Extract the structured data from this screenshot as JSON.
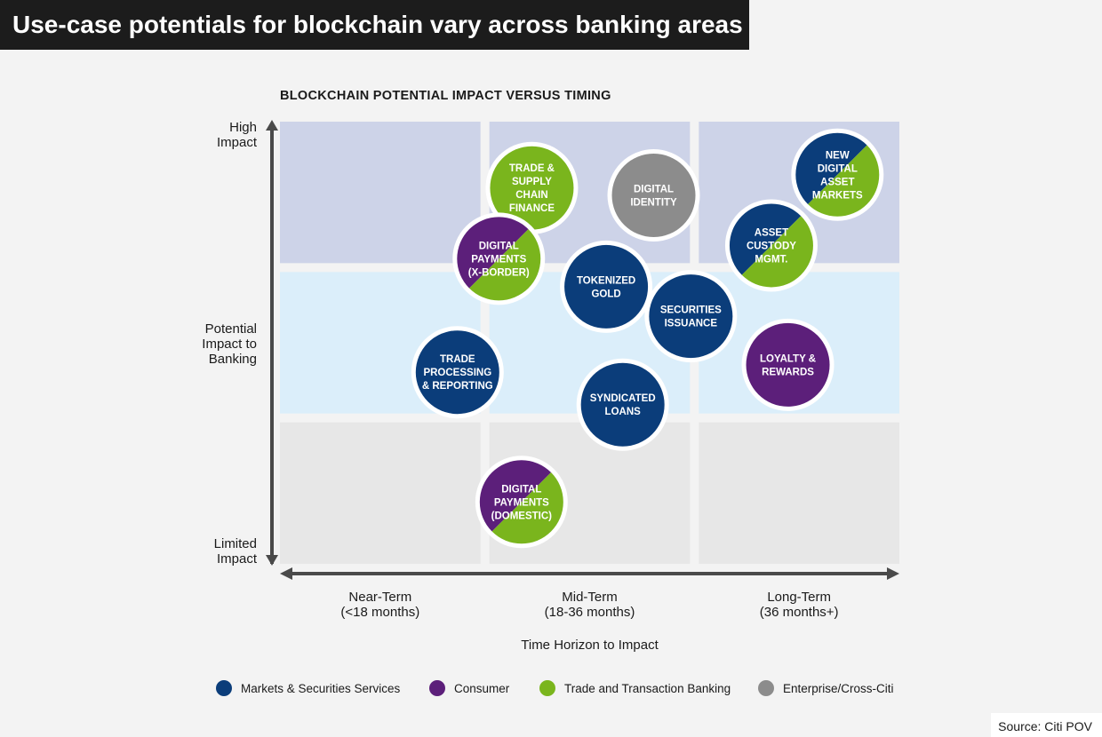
{
  "title": "Use-case potentials for blockchain vary across banking areas",
  "source": "Source: Citi POV",
  "colors": {
    "markets": "#0b3d7a",
    "consumer": "#5c1f7a",
    "trade": "#7ab51d",
    "enterprise": "#8c8c8c",
    "band_high": "#cdd3e8",
    "band_mid": "#dbeefa",
    "band_low": "#e7e7e7",
    "axis": "#4a4a4a"
  },
  "chart_data": {
    "type": "scatter",
    "title": "BLOCKCHAIN POTENTIAL IMPACT VERSUS TIMING",
    "xlabel": "Time Horizon to Impact",
    "ylabel": "Potential Impact to Banking",
    "x_categories": [
      {
        "line1": "Near-Term",
        "line2": "(<18 months)"
      },
      {
        "line1": "Mid-Term",
        "line2": "(18-36 months)"
      },
      {
        "line1": "Long-Term",
        "line2": "(36 months+)"
      }
    ],
    "y_top_label": [
      "High",
      "Impact"
    ],
    "y_mid_label": [
      "Potential",
      "Impact to",
      "Banking"
    ],
    "y_bottom_label": [
      "Limited",
      "Impact"
    ],
    "xlim": [
      0,
      3
    ],
    "ylim": [
      0,
      3
    ],
    "legend": [
      {
        "key": "markets",
        "label": "Markets & Securities Services"
      },
      {
        "key": "consumer",
        "label": "Consumer"
      },
      {
        "key": "trade",
        "label": "Trade and Transaction Banking"
      },
      {
        "key": "enterprise",
        "label": "Enterprise/Cross-Citi"
      }
    ],
    "points": [
      {
        "label": [
          "TRADE &",
          "SUPPLY",
          "CHAIN",
          "FINANCE"
        ],
        "x": 1.22,
        "y": 2.55,
        "colors": [
          "trade"
        ]
      },
      {
        "label": [
          "DIGITAL",
          "IDENTITY"
        ],
        "x": 1.81,
        "y": 2.5,
        "colors": [
          "enterprise"
        ]
      },
      {
        "label": [
          "NEW",
          "DIGITAL",
          "ASSET",
          "MARKETS"
        ],
        "x": 2.7,
        "y": 2.64,
        "colors": [
          "markets",
          "trade"
        ]
      },
      {
        "label": [
          "DIGITAL",
          "PAYMENTS",
          "(X-BORDER)"
        ],
        "x": 1.06,
        "y": 2.07,
        "colors": [
          "consumer",
          "trade"
        ]
      },
      {
        "label": [
          "ASSET",
          "CUSTODY",
          "MGMT."
        ],
        "x": 2.38,
        "y": 2.16,
        "colors": [
          "markets",
          "trade"
        ]
      },
      {
        "label": [
          "TOKENIZED",
          "GOLD"
        ],
        "x": 1.58,
        "y": 1.88,
        "colors": [
          "markets"
        ]
      },
      {
        "label": [
          "SECURITIES",
          "ISSUANCE"
        ],
        "x": 1.99,
        "y": 1.68,
        "colors": [
          "markets"
        ]
      },
      {
        "label": [
          "LOYALTY &",
          "REWARDS"
        ],
        "x": 2.46,
        "y": 1.35,
        "colors": [
          "consumer"
        ]
      },
      {
        "label": [
          "TRADE",
          "PROCESSING",
          "& REPORTING"
        ],
        "x": 0.86,
        "y": 1.3,
        "colors": [
          "markets"
        ]
      },
      {
        "label": [
          "SYNDICATED",
          "LOANS"
        ],
        "x": 1.66,
        "y": 1.08,
        "colors": [
          "markets"
        ]
      },
      {
        "label": [
          "DIGITAL",
          "PAYMENTS",
          "(DOMESTIC)"
        ],
        "x": 1.17,
        "y": 0.42,
        "colors": [
          "consumer",
          "trade"
        ]
      }
    ]
  }
}
